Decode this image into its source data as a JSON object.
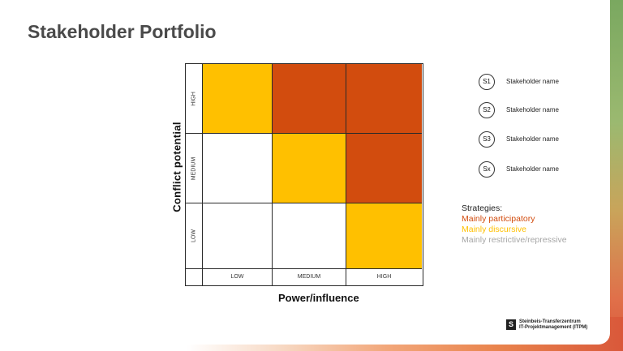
{
  "title": "Stakeholder Portfolio",
  "matrix": {
    "y_axis_label": "Conflict potential",
    "x_axis_label": "Power/influence",
    "row_labels": [
      "HIGH",
      "MEDIUM",
      "LOW"
    ],
    "col_labels": [
      "LOW",
      "MEDIUM",
      "HIGH"
    ],
    "cells": [
      [
        "#FFC000",
        "#D24C0E",
        "#D24C0E"
      ],
      [
        "#FFFFFF",
        "#FFC000",
        "#D24C0E"
      ],
      [
        "#FFFFFF",
        "#FFFFFF",
        "#FFC000"
      ]
    ]
  },
  "stakeholders": [
    {
      "id": "S1",
      "name": "Stakeholder name"
    },
    {
      "id": "S2",
      "name": "Stakeholder name"
    },
    {
      "id": "S3",
      "name": "Stakeholder name"
    },
    {
      "id": "Sx",
      "name": "Stakeholder name"
    }
  ],
  "strategies": {
    "heading": "Strategies:",
    "items": [
      {
        "label": "Mainly participatory",
        "color": "#D24C0E"
      },
      {
        "label": "Mainly discursive",
        "color": "#FFC000"
      },
      {
        "label": "Mainly restrictive/repressive",
        "color": "#A6A6A6"
      }
    ]
  },
  "logo": {
    "mark": "S",
    "line1": "Steinbeis-Transferzentrum",
    "line2": "IT-Projektmanagement (ITPM)"
  }
}
